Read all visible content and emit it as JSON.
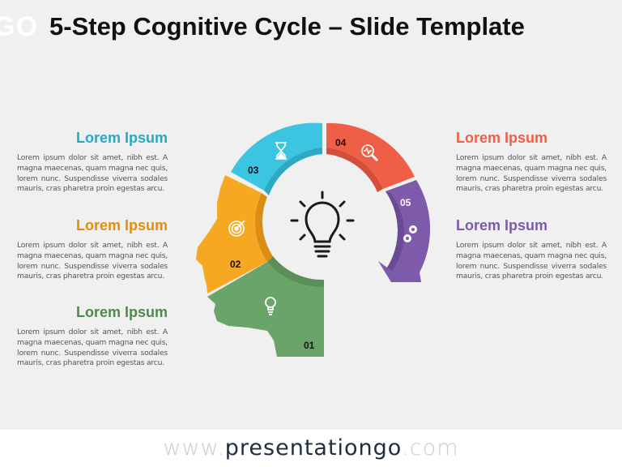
{
  "header": {
    "logo_fragment": "GO",
    "title": "5-Step Cognitive Cycle – Slide Template"
  },
  "colors": {
    "background": "#f0f0f0",
    "step1_green": "#6aa468",
    "step2_orange": "#f7a823",
    "step3_cyan": "#3bc5e0",
    "step4_red": "#ef5f48",
    "step5_purple": "#7d5aaa",
    "title_text": "#111111",
    "body_text": "#555555"
  },
  "text_blocks": [
    {
      "id": "step3",
      "side": "left",
      "heading": "Lorem Ipsum",
      "color": "#29a8c6",
      "body": "Lorem ipsum dolor sit amet, nibh est. A magna maecenas, quam magna nec quis, lorem nunc. Suspendisse viverra sodales mauris, cras pharetra proin egestas arcu."
    },
    {
      "id": "step2",
      "side": "left",
      "heading": "Lorem Ipsum",
      "color": "#e08d12",
      "body": "Lorem ipsum dolor sit amet, nibh est. A magna maecenas, quam magna nec quis, lorem nunc. Suspendisse viverra sodales mauris, cras pharetra proin egestas arcu."
    },
    {
      "id": "step1",
      "side": "left",
      "heading": "Lorem Ipsum",
      "color": "#4e8a4c",
      "body": "Lorem ipsum dolor sit amet, nibh est. A magna maecenas, quam magna nec quis, lorem nunc. Suspendisse viverra sodales mauris, cras pharetra proin egestas arcu."
    },
    {
      "id": "step4",
      "side": "right",
      "heading": "Lorem Ipsum",
      "color": "#ef5f48",
      "body": "Lorem ipsum dolor sit amet, nibh est. A magna maecenas, quam magna nec quis, lorem nunc. Suspendisse viverra sodales mauris, cras pharetra proin egestas arcu."
    },
    {
      "id": "step5",
      "side": "right",
      "heading": "Lorem Ipsum",
      "color": "#7d5aaa",
      "body": "Lorem ipsum dolor sit amet, nibh est. A magna maecenas, quam magna nec quis, lorem nunc. Suspendisse viverra sodales mauris, cras pharetra proin egestas arcu."
    }
  ],
  "diagram": {
    "center_icon": "lightbulb-idea-icon",
    "segments": [
      {
        "number": "01",
        "icon": "lightbulb-icon",
        "color": "#6aa468"
      },
      {
        "number": "02",
        "icon": "target-icon",
        "color": "#f7a823"
      },
      {
        "number": "03",
        "icon": "hourglass-icon",
        "color": "#3bc5e0"
      },
      {
        "number": "04",
        "icon": "magnifier-pulse-icon",
        "color": "#ef5f48"
      },
      {
        "number": "05",
        "icon": "gears-icon",
        "color": "#7d5aaa"
      }
    ]
  },
  "footer": {
    "prefix": "www.",
    "brand": "presentationgo",
    "suffix": ".com"
  }
}
